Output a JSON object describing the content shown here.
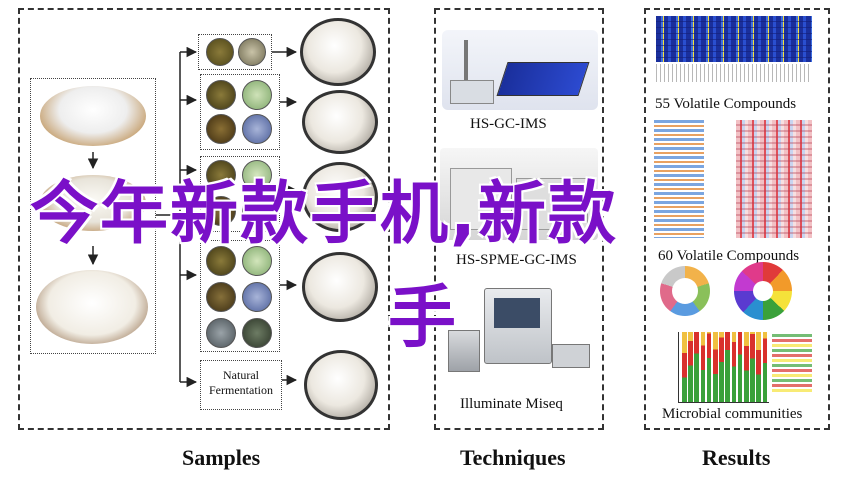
{
  "sections": {
    "samples": "Samples",
    "techniques": "Techniques",
    "results": "Results"
  },
  "fermentation_label": "Natural\nFermentation",
  "techniques": [
    {
      "caption": "HS-GC-IMS",
      "icon": "gc-ims-instrument"
    },
    {
      "caption": "HS-SPME-GC-IMS",
      "icon": "gc-ms-instrument"
    },
    {
      "caption": "Illuminate Miseq",
      "icon": "sequencer-instrument"
    }
  ],
  "results": [
    {
      "caption": "55 Volatile Compounds",
      "icon": "fingerprint-heatmap"
    },
    {
      "caption": "60 Volatile Compounds",
      "icon": "clustered-heatmap"
    },
    {
      "caption": "Microbial communities",
      "icon": "stacked-bar-plot"
    }
  ],
  "overlay": {
    "line1": "今年新款手机,新款",
    "line2": "手"
  },
  "colors": {
    "overlay_text": "#7a10c8",
    "dashed_border": "#333333",
    "heatmap_blue": "#1a2f9c",
    "heatmap_yellow": "#f5e23a",
    "heatmap_red": "#e0505a",
    "bar_green": "#3aa13a",
    "bar_red": "#d9302c"
  }
}
